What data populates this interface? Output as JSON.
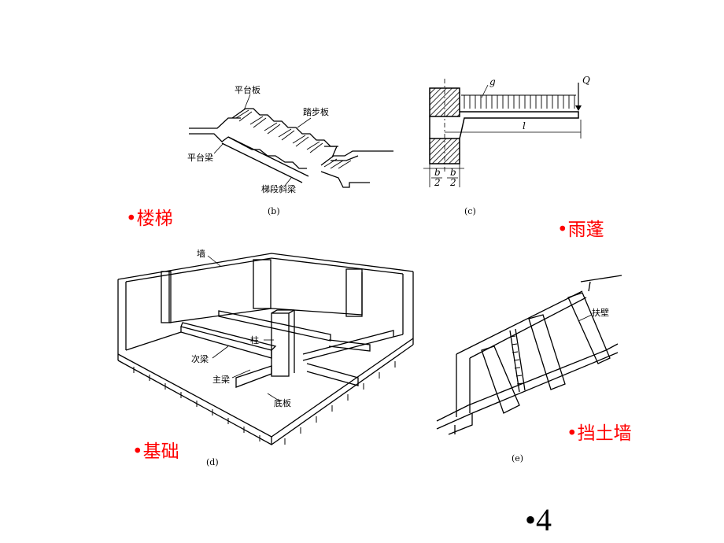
{
  "slide": {
    "stair": {
      "caption": "(b)",
      "labels": {
        "platform_slab": "平台板",
        "tread_slab": "踏步板",
        "platform_beam": "平台梁",
        "stringer": "梯段斜梁"
      },
      "title": "•楼梯"
    },
    "canopy": {
      "caption": "(c)",
      "labels": {
        "g": "g",
        "Q": "Q",
        "l": "l",
        "b_top_1": "b",
        "b_bot_1": "2",
        "b_top_2": "b",
        "b_bot_2": "2"
      },
      "title": "•雨蓬"
    },
    "foundation": {
      "caption": "(d)",
      "labels": {
        "wall": "墙",
        "column": "柱",
        "secondary_beam": "次梁",
        "main_beam": "主梁",
        "base_slab": "底板"
      },
      "title": "•基础"
    },
    "retaining": {
      "caption": "(e)",
      "labels": {
        "buttress": "扶壁"
      },
      "title": "•挡土墙"
    },
    "page_number": "•4"
  }
}
